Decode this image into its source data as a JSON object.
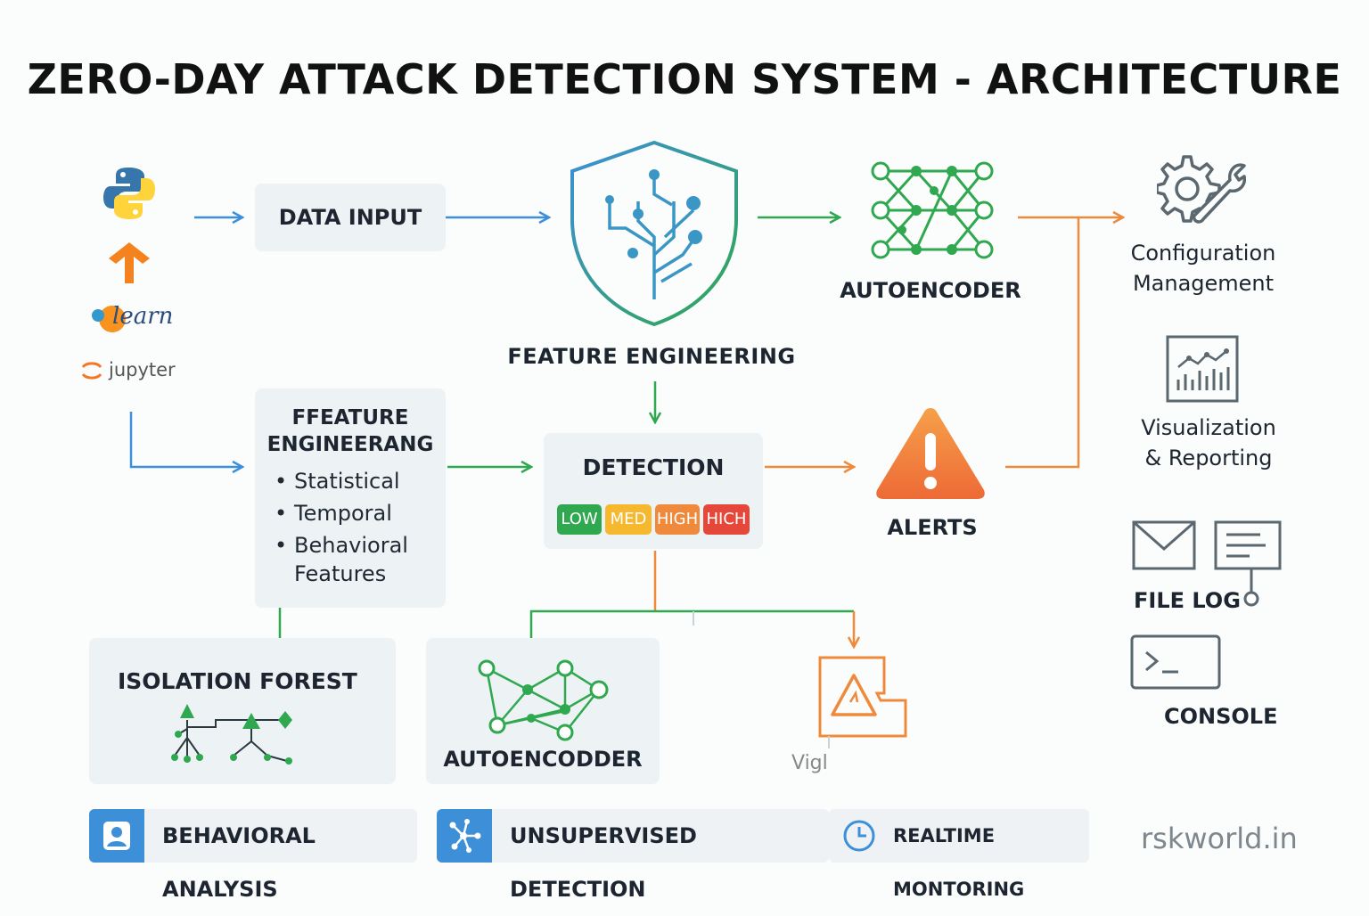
{
  "title": "ZERO-DAY ATTACK DETECTION SYSTEM - ARCHITECTURE",
  "tools": {
    "learn": "learn",
    "jupyter": "jupyter"
  },
  "nodes": {
    "data_input": "DATA INPUT",
    "feature_engineering_top": "FEATURE ENGINEERING",
    "autoencoder_top": "AUTOENCODER",
    "feature_engineering_box": {
      "title_line1": "FFEATURE",
      "title_line2": "ENGINEERANG",
      "items": [
        "Statistical",
        "Temporal",
        "Behavioral"
      ],
      "items_tail": "Features"
    },
    "detection": {
      "label": "DETECTION",
      "levels": [
        "LOW",
        "MED",
        "HIGH",
        "HICH"
      ]
    },
    "alerts": "ALERTS",
    "isolation_forest": "ISOLATION FOREST",
    "autoencoder_bottom": "AUTOENCODDER",
    "vigl": "Vigl"
  },
  "outputs": {
    "configuration_line1": "Configuration",
    "configuration_line2": "Management",
    "visualization_line1": "Visualization",
    "visualization_line2": "& Reporting",
    "file_log": "FILE LOG",
    "console": "CONSOLE"
  },
  "features": [
    "BEHAVIORAL ANALYSIS",
    "UNSUPERVISED DETECTION",
    "REALTIME MONTORING"
  ],
  "watermark": "rskworld.in",
  "colors": {
    "blue": "#3d8fd8",
    "green": "#2fa84f",
    "orange": "#ef8a3c",
    "red": "#e5483a",
    "yellow": "#f5b82e",
    "teal": "#2aa38a"
  },
  "icons": [
    "python-icon",
    "tensorflow-icon",
    "sklearn-icon",
    "jupyter-icon",
    "shield-icon",
    "neural-network-icon",
    "warning-icon",
    "gear-wrench-icon",
    "chart-icon",
    "mail-icon",
    "document-icon",
    "terminal-icon",
    "user-icon",
    "network-icon",
    "clock-icon",
    "tree-icon"
  ]
}
